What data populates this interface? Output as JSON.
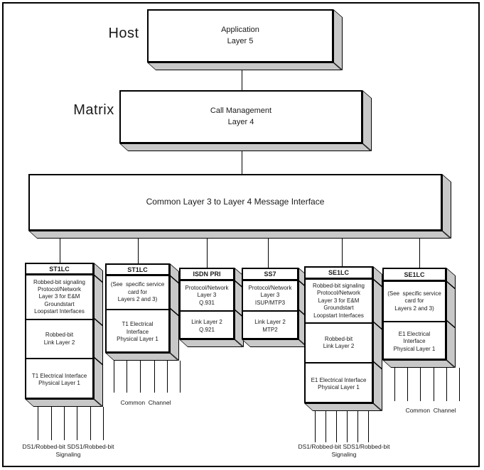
{
  "labels": {
    "host": "Host",
    "matrix": "Matrix"
  },
  "boxes": {
    "application": {
      "text": [
        "Application",
        "Layer 5"
      ]
    },
    "call_management": {
      "text": [
        "Call Management",
        "Layer 4"
      ]
    },
    "common_interface": {
      "text": [
        "Common Layer 3 to Layer 4 Message Interface"
      ]
    }
  },
  "cards": [
    {
      "title": "ST1LC",
      "sections": [
        [
          "Robbed-bit signaling",
          "Protocol/Network",
          "Layer 3 for E&M",
          "Groundstart",
          "Loopstart Interfaces"
        ],
        [
          "Robbed-bit",
          "Link Layer 2"
        ],
        [
          "T1 Electrical Interface",
          "Physical Layer 1"
        ]
      ]
    },
    {
      "title": "ST1LC",
      "sections": [
        [
          "(See  specific service",
          "card for",
          "Layers 2 and 3)"
        ],
        [
          "T1 Electrical",
          "Interface",
          "Physical Layer 1"
        ]
      ]
    },
    {
      "title": "ISDN PRI",
      "sections": [
        [
          "Protocol/Network",
          "Layer 3",
          "Q.931"
        ],
        [
          "Link Layer 2",
          "Q.921"
        ]
      ]
    },
    {
      "title": "SS7",
      "sections": [
        [
          "Protocol/Network",
          "Layer 3",
          "ISUP/MTP3"
        ],
        [
          "Link Layer 2",
          "MTP2"
        ]
      ]
    },
    {
      "title": "SE1LC",
      "sections": [
        [
          "Robbed-bit signaling",
          "Protocol/Network",
          "Layer 3 for E&M",
          "Groundstart",
          "Loopstart Interfaces"
        ],
        [
          "Robbed-bit",
          "Link Layer 2"
        ],
        [
          "E1 Electrical Interface",
          "Physical Layer 1"
        ]
      ]
    },
    {
      "title": "SE1LC",
      "sections": [
        [
          "(See  specific service",
          "card for",
          "Layers 2 and 3)"
        ],
        [
          "E1 Electrical",
          "Interface",
          "Physical Layer 1"
        ]
      ]
    }
  ],
  "bottom_labels": {
    "left_signaling": [
      "DS1/Robbed-bit SDS1/Robbed-bit",
      "Signaling"
    ],
    "left_common_channel": "Common  Channel",
    "right_signaling": [
      "DS1/Robbed-bit SDS1/Robbed-bit",
      "Signaling"
    ],
    "right_common_channel": "Common  Channel"
  },
  "colors": {
    "shadow_face": "#c8c8c8",
    "line": "#000000",
    "background": "#ffffff"
  }
}
